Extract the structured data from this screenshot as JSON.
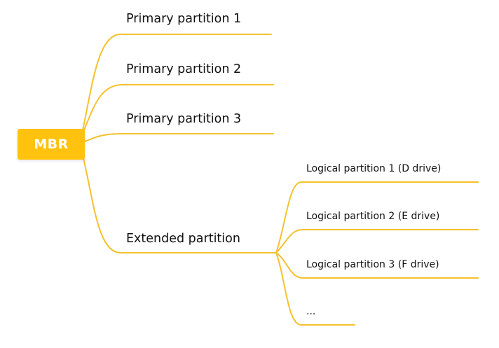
{
  "colors": {
    "accent": "#ffc20e",
    "branch": "#f5c12e",
    "text": "#111111",
    "root_text": "#ffffff"
  },
  "root": {
    "label": "MBR"
  },
  "branches": [
    {
      "label": "Primary partition 1"
    },
    {
      "label": "Primary partition 2"
    },
    {
      "label": "Primary partition 3"
    },
    {
      "label": "Extended partition",
      "children": [
        {
          "label": "Logical partition 1 (D drive)"
        },
        {
          "label": "Logical partition 2 (E drive)"
        },
        {
          "label": "Logical partition 3 (F drive)"
        },
        {
          "label": "..."
        }
      ]
    }
  ]
}
